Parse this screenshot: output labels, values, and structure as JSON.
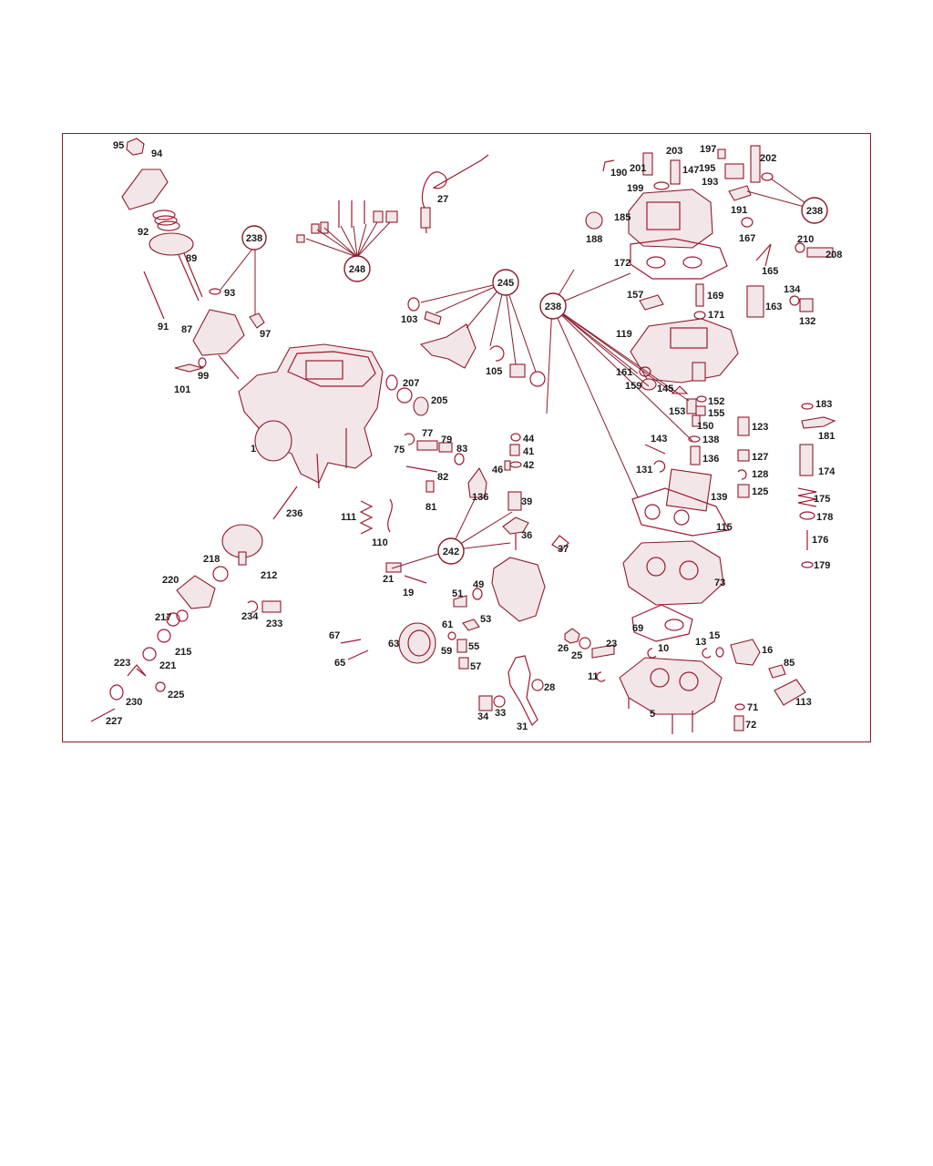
{
  "diagram": {
    "part_labels": [
      "95",
      "94",
      "92",
      "89",
      "93",
      "97",
      "91",
      "87",
      "99",
      "101",
      "1",
      "248",
      "27",
      "245",
      "103",
      "105",
      "207",
      "205",
      "75",
      "77",
      "79",
      "83",
      "82",
      "81",
      "44",
      "41",
      "42",
      "46",
      "136",
      "39",
      "36",
      "37",
      "242",
      "21",
      "19",
      "51",
      "49",
      "53",
      "61",
      "59",
      "55",
      "57",
      "67",
      "65",
      "63",
      "236",
      "111",
      "110",
      "218",
      "212",
      "220",
      "217",
      "215",
      "221",
      "223",
      "230",
      "225",
      "227",
      "234",
      "233",
      "190",
      "201",
      "203",
      "197",
      "195",
      "147",
      "193",
      "202",
      "199",
      "191",
      "238",
      "185",
      "188",
      "167",
      "210",
      "208",
      "172",
      "165",
      "157",
      "169",
      "171",
      "163",
      "134",
      "132",
      "119",
      "161",
      "159",
      "145",
      "153",
      "152",
      "155",
      "150",
      "123",
      "183",
      "181",
      "143",
      "138",
      "131",
      "136",
      "127",
      "128",
      "125",
      "174",
      "139",
      "175",
      "178",
      "115",
      "176",
      "179",
      "73",
      "69",
      "26",
      "25",
      "23",
      "10",
      "13",
      "15",
      "16",
      "11",
      "5",
      "85",
      "113",
      "71",
      "72",
      "34",
      "33",
      "31",
      "28"
    ],
    "callouts": [
      "238",
      "248",
      "245",
      "238",
      "238",
      "242"
    ]
  }
}
